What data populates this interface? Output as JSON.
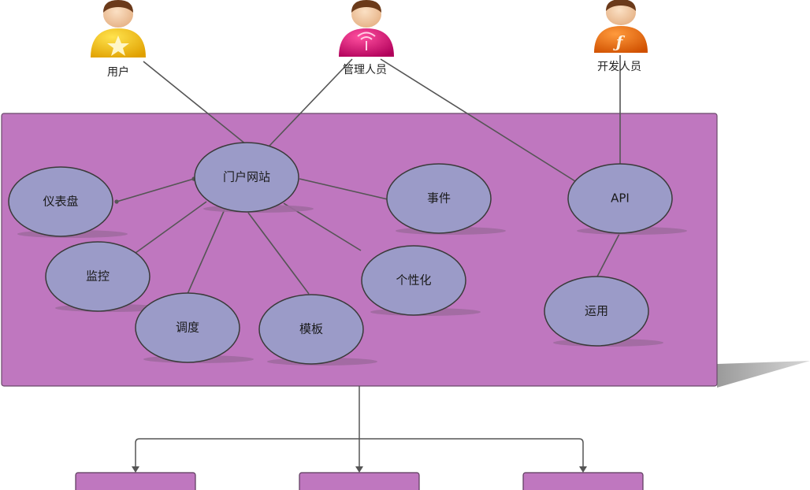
{
  "actors": {
    "user": {
      "label": "用户",
      "color": "#f2b705"
    },
    "admin": {
      "label": "管理人员",
      "color": "#d4176e"
    },
    "developer": {
      "label": "开发人员",
      "color": "#e8621a"
    }
  },
  "nodes": {
    "portal": "门户网站",
    "dashboard": "仪表盘",
    "monitor": "监控",
    "schedule": "调度",
    "template": "模板",
    "personalize": "个性化",
    "event": "事件",
    "api": "API",
    "operation": "运用"
  },
  "colors": {
    "system_box": "#bf77bf",
    "ellipse_fill": "#9b9bc8",
    "edge": "#555555",
    "shadow": "#a0a0a0"
  }
}
